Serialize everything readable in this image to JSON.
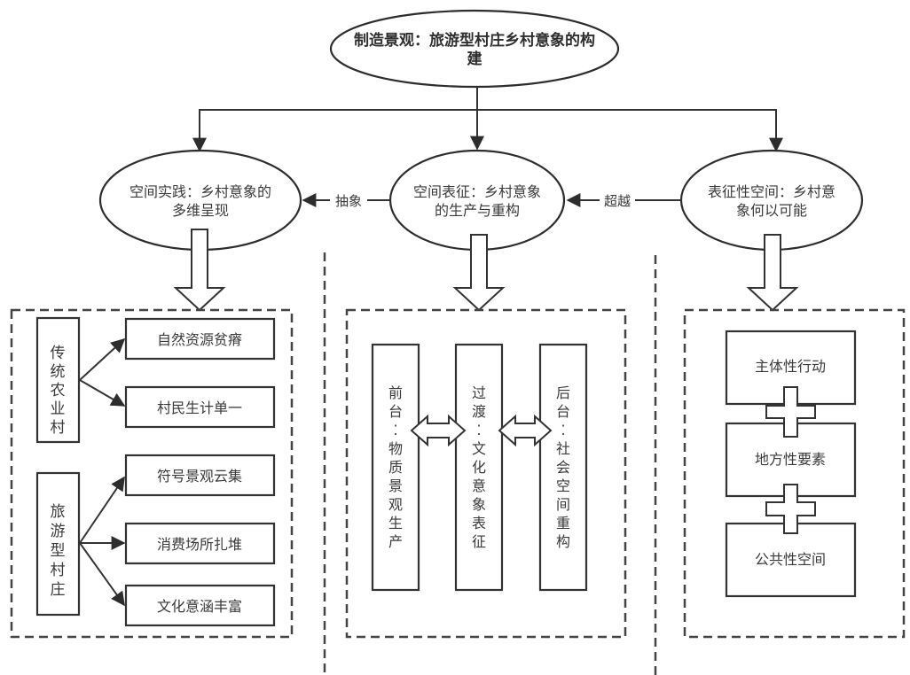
{
  "title": {
    "line1": "制造景观：旅游型村庄乡村意象的构",
    "line2": "建"
  },
  "nodes": {
    "left": {
      "line1": "空间实践：乡村意象的",
      "line2": "多维呈现"
    },
    "middle": {
      "line1": "空间表征：乡村意象",
      "line2": "的生产与重构"
    },
    "right": {
      "line1": "表征性空间：乡村意",
      "line2": "象何以可能"
    }
  },
  "connectors": {
    "middle_to_left": "抽象",
    "right_to_middle": "超越"
  },
  "left_panel": {
    "groups": [
      {
        "label": [
          "传",
          "统",
          "农",
          "业",
          "村"
        ],
        "items": [
          "自然资源贫瘠",
          "村民生计单一"
        ]
      },
      {
        "label": [
          "旅",
          "游",
          "型",
          "村",
          "庄"
        ],
        "items": [
          "符号景观云集",
          "消费场所扎堆",
          "文化意涵丰富"
        ]
      }
    ]
  },
  "middle_panel": {
    "columns": [
      {
        "chars": [
          "前",
          "台",
          "：",
          "物",
          "质",
          "景",
          "观",
          "生",
          "产"
        ]
      },
      {
        "chars": [
          "过",
          "渡",
          "：",
          "文",
          "化",
          "意",
          "象",
          "表",
          "征"
        ]
      },
      {
        "chars": [
          "后",
          "台",
          "：",
          "社",
          "会",
          "空",
          "间",
          "重",
          "构"
        ]
      }
    ]
  },
  "right_panel": {
    "items": [
      "主体性行动",
      "地方性要素",
      "公共性空间"
    ]
  }
}
